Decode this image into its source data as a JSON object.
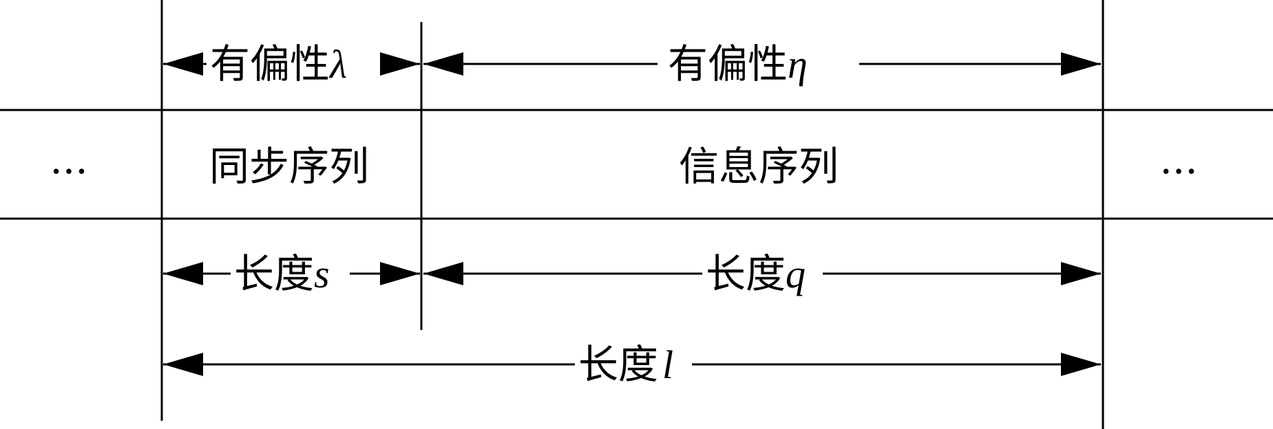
{
  "diagram": {
    "ellipsis_left": "...",
    "ellipsis_right": "...",
    "segments": {
      "sync": {
        "label": "同步序列"
      },
      "info": {
        "label": "信息序列"
      }
    },
    "top_annotations": {
      "bias_lambda": {
        "text": "有偏性",
        "symbol": "λ"
      },
      "bias_eta": {
        "text": "有偏性",
        "symbol": "η"
      }
    },
    "bottom_annotations": {
      "length_s": {
        "text": "长度",
        "symbol": "s"
      },
      "length_q": {
        "text": "长度",
        "symbol": "q"
      },
      "length_l": {
        "text": "长度",
        "symbol": "l"
      }
    },
    "colors": {
      "line": "#000000",
      "background": "#ffffff"
    }
  }
}
